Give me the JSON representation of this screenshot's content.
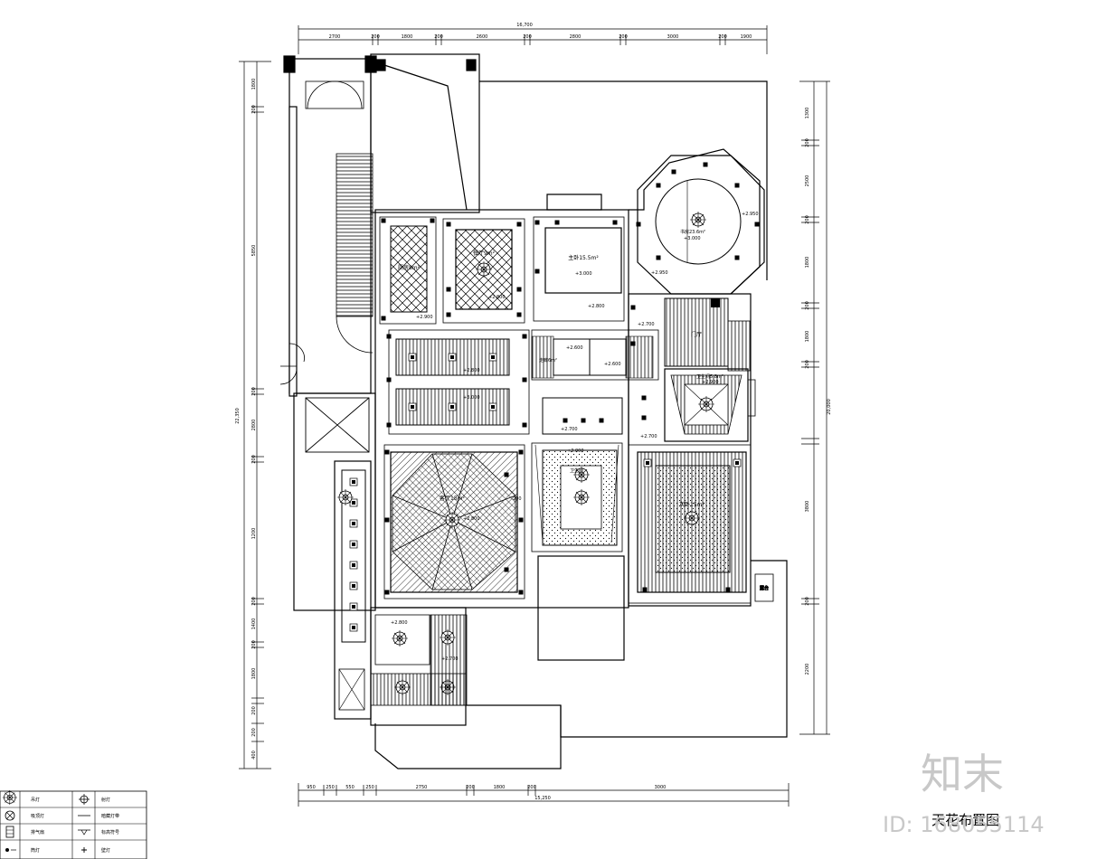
{
  "drawing": {
    "title": "天花布置图"
  },
  "dimensions": {
    "top_total": "16,700",
    "top": [
      "2700",
      "200",
      "1800",
      "200",
      "2600",
      "200",
      "2800",
      "200",
      "3000",
      "200",
      "1900"
    ],
    "bottom_total": "15,250",
    "bottom": [
      "950",
      "250",
      "550",
      "250",
      "2750",
      "200",
      "1800",
      "200",
      "3000"
    ],
    "left_total": "22,350",
    "left": [
      "1800",
      "200",
      "5850",
      "200",
      "2800",
      "200",
      "1200",
      "200",
      "1400",
      "200",
      "1800",
      "200",
      "200",
      "400"
    ],
    "right_total": "20,000",
    "right": [
      "1300",
      "200",
      "2500",
      "200",
      "1800",
      "200",
      "1800",
      "200",
      "3800",
      "200",
      "2200"
    ]
  },
  "rooms": {
    "r1": "厨房8m²",
    "r2": "餐厅9m²",
    "r3": "客厅",
    "r4": "主卧15.5m²",
    "r5": "走廊6m²",
    "r6": "客厅15m²",
    "r7": "卫生间",
    "r8": "次卧15m²",
    "r9": "书房23.6m²",
    "r10": "卫生间5.8m²",
    "r11": "门厅",
    "r12": "露台"
  },
  "levels": {
    "l1": "+2.900",
    "l2": "+2.800",
    "l3": "+3.000",
    "l4": "+2.950",
    "l5": "+2.700",
    "l6": "+2.600"
  },
  "legend": [
    {
      "symbol": "chandelier-icon",
      "label": "吊灯"
    },
    {
      "symbol": "ceiling-lamp-icon",
      "label": "吸顶灯"
    },
    {
      "symbol": "exhaust-fan-icon",
      "label": "排气扇"
    },
    {
      "symbol": "downlight-icon",
      "label": "筒灯"
    },
    {
      "symbol": "small-lamp-icon",
      "label": "射灯"
    },
    {
      "symbol": "line-icon",
      "label": "暗藏灯带"
    },
    {
      "symbol": "level-icon",
      "label": "标高符号"
    },
    {
      "symbol": "spot-icon",
      "label": "壁灯"
    }
  ],
  "watermark": {
    "brand": "知末",
    "id": "ID: 168055114"
  }
}
